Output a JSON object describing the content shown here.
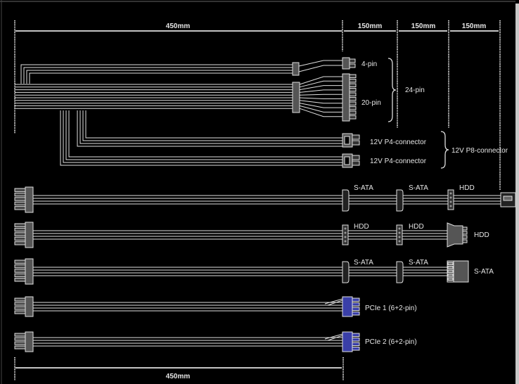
{
  "dimensions": {
    "top_main": "450mm",
    "top_seg1": "150mm",
    "top_seg2": "150mm",
    "top_seg3": "150mm",
    "bottom_main": "450mm"
  },
  "atx": {
    "label_4pin": "4-pin",
    "label_20pin": "20-pin",
    "label_24pin": "24-pin"
  },
  "cpu": {
    "label_p4_1": "12V P4-connector",
    "label_p4_2": "12V P4-connector",
    "label_p8": "12V P8-connector"
  },
  "rows": [
    {
      "labels": [
        "S-ATA",
        "S-ATA",
        "HDD"
      ]
    },
    {
      "labels": [
        "HDD",
        "HDD",
        "HDD"
      ]
    },
    {
      "labels": [
        "S-ATA",
        "S-ATA",
        "S-ATA"
      ]
    },
    {
      "labels": [
        "PCIe 1 (6+2-pin)"
      ]
    },
    {
      "labels": [
        "PCIe 2 (6+2-pin)"
      ]
    }
  ],
  "colors": {
    "background": "#000000",
    "line": "#e0e0e0",
    "connector": "#555555",
    "pcie": "#3a3fa8"
  }
}
